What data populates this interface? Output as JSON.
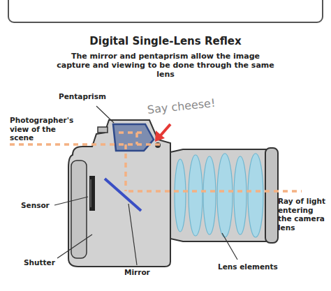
{
  "diagram": {
    "title": "Digital Single-Lens Reflex",
    "caption": "The mirror and pentaprism allow the image capture and viewing to be done through the same lens",
    "labels": [
      "Pentaprism",
      "Photographer's view of the scene",
      "Say cheese!",
      "Sensor",
      "Shutter",
      "Mirror",
      "Lens elements",
      "Ray of light entering the camera lens"
    ]
  }
}
